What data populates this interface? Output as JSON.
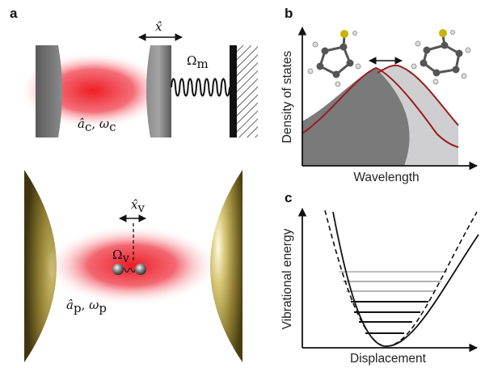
{
  "panels": {
    "a": {
      "label": "a",
      "top": {
        "cavity_mode": "â",
        "cavity_mode_sub": "c",
        "cavity_freq": "ω",
        "cavity_freq_sub": "c",
        "displacement": "x̂",
        "mech_freq": "Ω",
        "mech_freq_sub": "m"
      },
      "bottom": {
        "plasmon_mode": "â",
        "plasmon_mode_sub": "p",
        "plasmon_freq": "ω",
        "plasmon_freq_sub": "p",
        "vib_displacement": "x̂",
        "vib_displacement_sub": "v",
        "vib_freq": "Ω",
        "vib_freq_sub": "v"
      }
    },
    "b": {
      "label": "b",
      "ylabel": "Density of states",
      "xlabel": "Wavelength"
    },
    "c": {
      "label": "c",
      "ylabel": "Vibrational energy",
      "xlabel": "Displacement"
    }
  },
  "colors": {
    "laser_red": "#ee1c25",
    "mirror_gray": "#6f6f6f",
    "gold": "#8a7a2e",
    "curve_red": "#9b1b1b",
    "dos_dark": "#7a7a7a",
    "dos_light": "#cfcfd1"
  }
}
